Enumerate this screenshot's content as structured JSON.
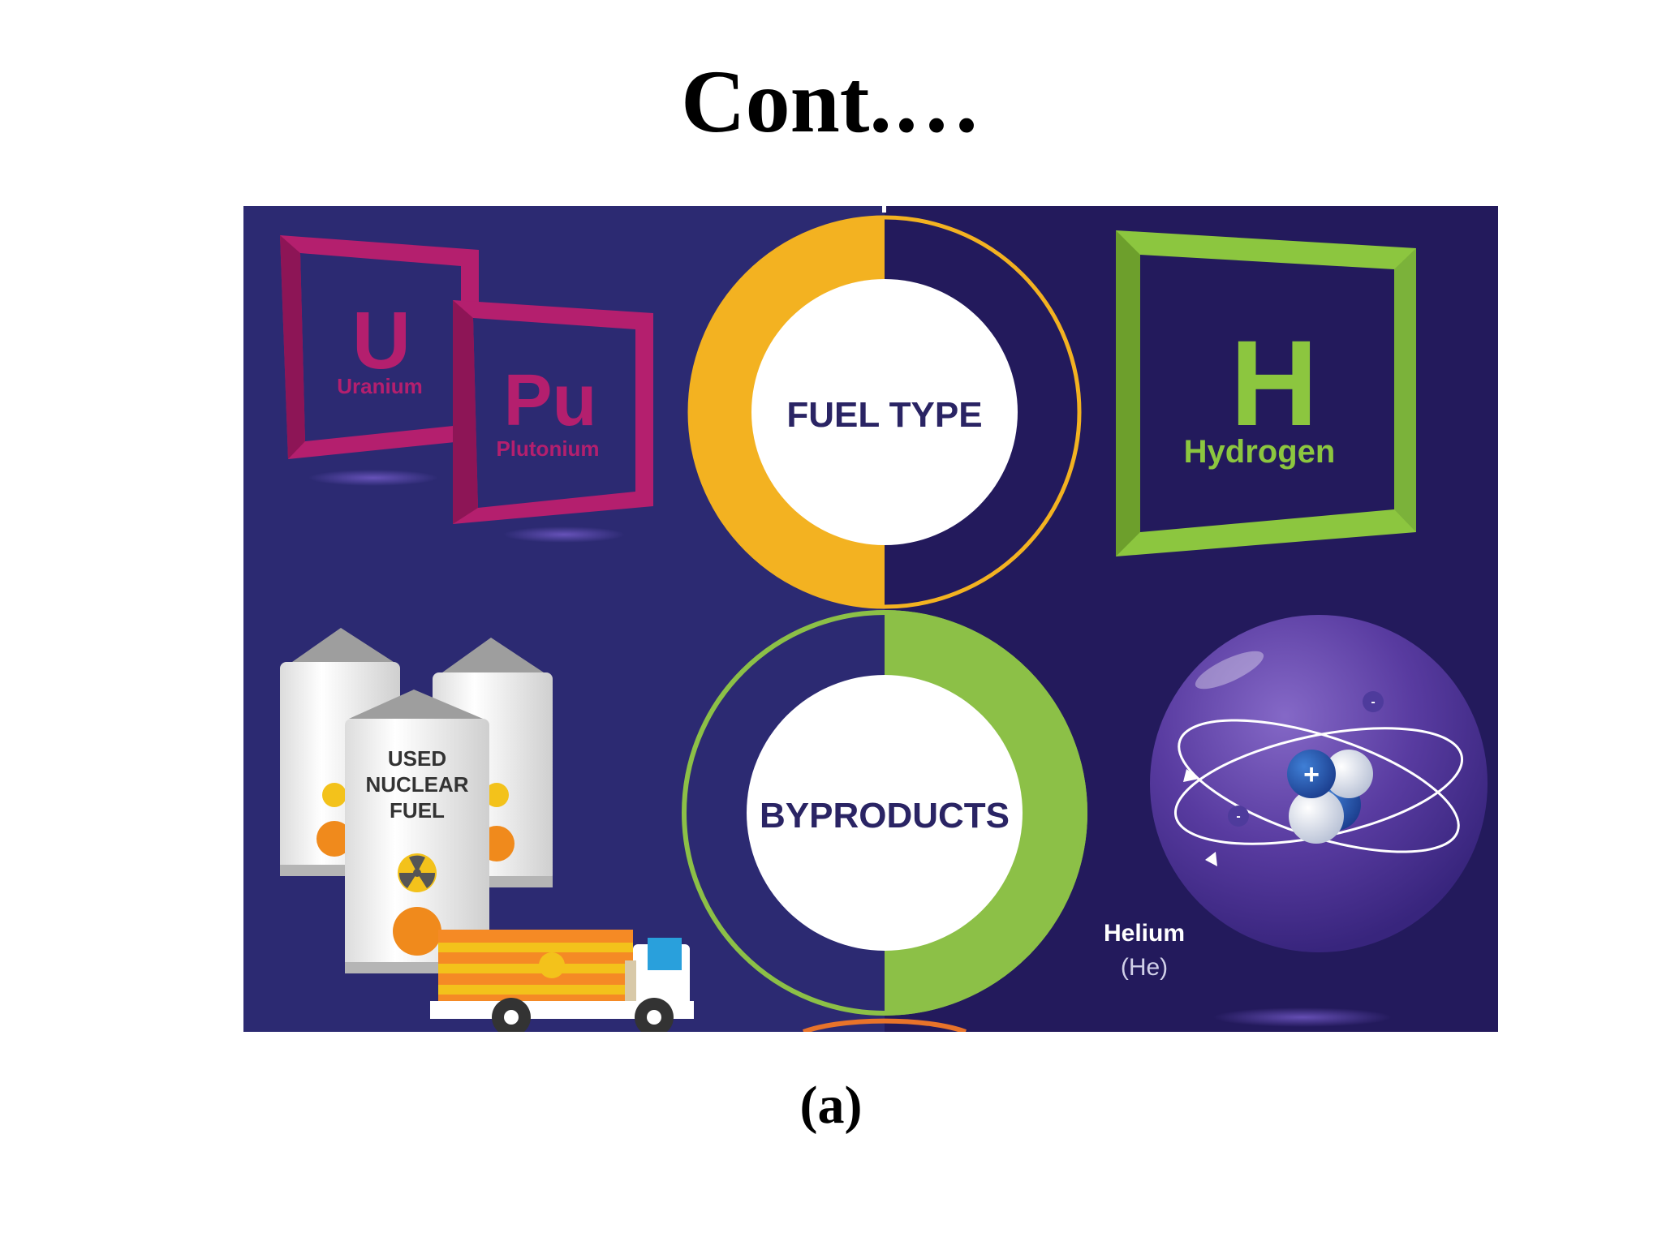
{
  "slide": {
    "title": "Cont.…",
    "caption": "(a)"
  },
  "figure": {
    "colors": {
      "background_left": "#2c2a72",
      "background_right": "#231a5c",
      "fuel_ring": "#f3b221",
      "byproducts_ring": "#8cc047",
      "element_frame_magenta": "#b41f6e",
      "element_frame_green": "#8cc63f",
      "label_text": "#2a2464"
    },
    "fuel_type": {
      "label": "FUEL TYPE"
    },
    "byproducts": {
      "label": "BYPRODUCTS"
    },
    "elements": {
      "uranium": {
        "symbol": "U",
        "name": "Uranium"
      },
      "plutonium": {
        "symbol": "Pu",
        "name": "Plutonium"
      },
      "hydrogen": {
        "symbol": "H",
        "name": "Hydrogen"
      }
    },
    "used_fuel": {
      "line1": "USED",
      "line2": "NUCLEAR",
      "line3": "FUEL"
    },
    "helium": {
      "name": "Helium",
      "symbol": "(He)",
      "proton_sign": "+",
      "electron_sign": "-"
    },
    "icons": [
      "radiation-icon",
      "truck-icon",
      "atom-icon",
      "storage-cask-icon"
    ]
  }
}
